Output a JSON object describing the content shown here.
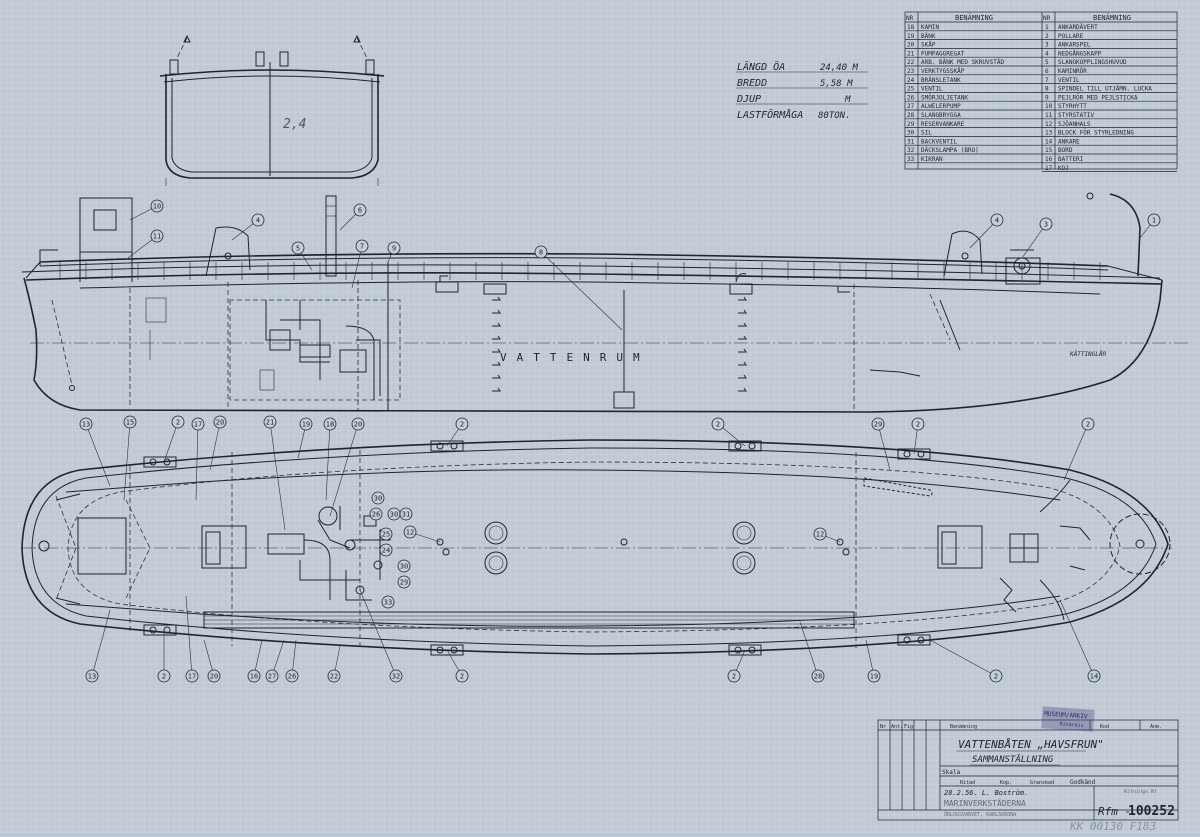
{
  "parts_table": {
    "header_nr": "NR",
    "header_name": "BENÄMNING",
    "left": [
      {
        "nr": "18",
        "name": "KAMIN"
      },
      {
        "nr": "19",
        "name": "BÄNK"
      },
      {
        "nr": "20",
        "name": "SKÅP"
      },
      {
        "nr": "21",
        "name": "PUMPAGGREGAT"
      },
      {
        "nr": "22",
        "name": "ARB. BÄNK MED SKRUVSTÄD"
      },
      {
        "nr": "23",
        "name": "VERKTYGSSKÅP"
      },
      {
        "nr": "24",
        "name": "BRÄNSLETANK"
      },
      {
        "nr": "25",
        "name": "VENTIL"
      },
      {
        "nr": "26",
        "name": "SMÖRJOLJETANK"
      },
      {
        "nr": "27",
        "name": "ALWELERPUMP"
      },
      {
        "nr": "28",
        "name": "SLANGBRYGGA"
      },
      {
        "nr": "29",
        "name": "RESERVANKARE"
      },
      {
        "nr": "30",
        "name": "SIL"
      },
      {
        "nr": "31",
        "name": "BACKVENTIL"
      },
      {
        "nr": "32",
        "name": "DÄCKSLAMPA (BRO)"
      },
      {
        "nr": "33",
        "name": "KIKRAN"
      }
    ],
    "right": [
      {
        "nr": "1",
        "name": "ANKARDÄVERT"
      },
      {
        "nr": "2",
        "name": "POLLARE"
      },
      {
        "nr": "3",
        "name": "ANKARSPEL"
      },
      {
        "nr": "4",
        "name": "NEDGÅNGSKAPP"
      },
      {
        "nr": "5",
        "name": "SLANGKOPPLINGSHUVUD"
      },
      {
        "nr": "6",
        "name": "KAMINRÖR"
      },
      {
        "nr": "7",
        "name": "VENTIL"
      },
      {
        "nr": "8",
        "name": "SPINDEL TILL UTJÄMN. LUCKA"
      },
      {
        "nr": "9",
        "name": "PEJLRÖR MED PEJLSTICKA"
      },
      {
        "nr": "10",
        "name": "STYRHYTT"
      },
      {
        "nr": "11",
        "name": "STYRSTATIV"
      },
      {
        "nr": "12",
        "name": "SJÖANHALS"
      },
      {
        "nr": "13",
        "name": "BLOCK FÖR STYRLEDNING"
      },
      {
        "nr": "14",
        "name": "ANKARE"
      },
      {
        "nr": "15",
        "name": "BORD"
      },
      {
        "nr": "16",
        "name": "BATTERI"
      },
      {
        "nr": "17",
        "name": "KOJ"
      }
    ]
  },
  "dimensions": {
    "length_label": "LÄNGD ÖA",
    "length_value": "24,40 M",
    "breadth_label": "BREDD",
    "breadth_value": "5,58 M",
    "depth_label": "DJUP",
    "depth_value": "M",
    "capacity_label": "LASTFÖRMÅGA",
    "capacity_value": "80TON."
  },
  "section_view": {
    "dimension_note": "2,4"
  },
  "profile_view": {
    "compartment_label": "VATTENRUM",
    "draft_label": "KÄTTINGLÅR"
  },
  "callouts_profile": [
    "10",
    "11",
    "4",
    "5",
    "6",
    "7",
    "9",
    "8",
    "4",
    "3",
    "1"
  ],
  "callouts_plan_top": [
    "13",
    "15",
    "2",
    "17",
    "20",
    "21",
    "19",
    "18",
    "20",
    "2",
    "2",
    "29",
    "2",
    "2"
  ],
  "callouts_plan_mid": [
    "30",
    "26",
    "30",
    "31",
    "12",
    "25",
    "24",
    "30",
    "29",
    "33",
    "12"
  ],
  "callouts_plan_bottom": [
    "13",
    "2",
    "17",
    "20",
    "16",
    "27",
    "26",
    "22",
    "32",
    "2",
    "2",
    "28",
    "19",
    "2",
    "14"
  ],
  "title_block": {
    "header_cols": [
      "Nr",
      "Ant.",
      "Fig",
      "Benämning",
      "Kod",
      "Anm."
    ],
    "title": "VATTENBÅTEN „HAVSFRUN\"",
    "subtitle": "SAMMANSTÄLLNING",
    "scale_label": "Skala",
    "row_labels": [
      "Ritad",
      "Kop.",
      "Granskad",
      "Godkänd"
    ],
    "date_signature": "28.2.56. L. Boström.",
    "office": "MARINVERKSTÄDERNA",
    "office_sub": "ÖRLOGSVARVET, KARLSKRONA",
    "archive_label": "Ritnings Nr",
    "drawing_number_prefix": "Rfm -",
    "drawing_number": "100252",
    "stamp_line1": "MUSEUM/ARKIV",
    "stamp_line2": "Ritarkiv",
    "handwritten_ref": "KK 00130  F183"
  },
  "colors": {
    "paper": "#bfcad6",
    "ink": "#1e2530",
    "stamp": "#4a3f7a"
  }
}
